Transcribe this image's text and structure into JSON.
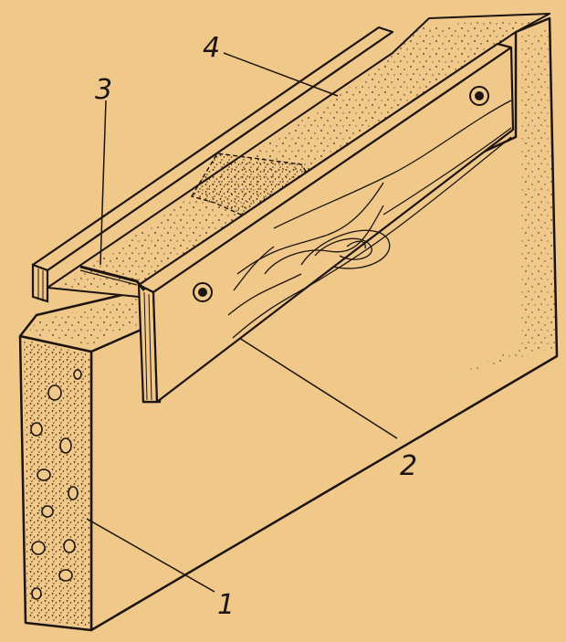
{
  "diagram": {
    "callouts": [
      {
        "id": "1",
        "text": "1",
        "part": "concrete-foundation"
      },
      {
        "id": "2",
        "text": "2",
        "part": "wooden-formwork-board"
      },
      {
        "id": "3",
        "text": "3",
        "part": "wire-tie"
      },
      {
        "id": "4",
        "text": "4",
        "part": "concrete-fill-top"
      }
    ]
  },
  "colors": {
    "background": "#f0c88a",
    "ink": "#1c1410"
  }
}
